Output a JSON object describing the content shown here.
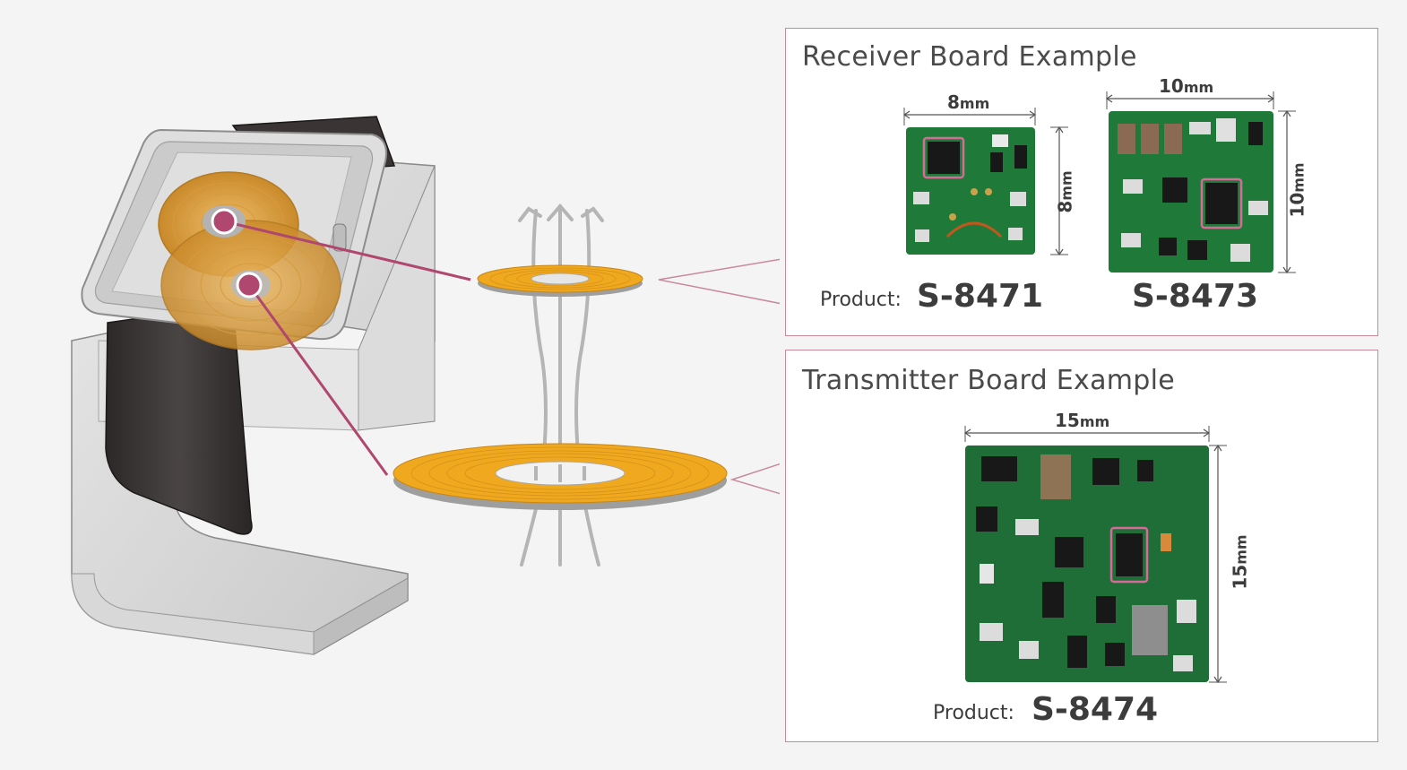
{
  "receiver": {
    "title": "Receiver Board Example",
    "product_label": "Product:",
    "boards": [
      {
        "code": "S-8471",
        "width_value": "8",
        "height_value": "8",
        "unit": "mm"
      },
      {
        "code": "S-8473",
        "width_value": "10",
        "height_value": "10",
        "unit": "mm"
      }
    ]
  },
  "transmitter": {
    "title": "Transmitter Board Example",
    "product_label": "Product:",
    "board": {
      "code": "S-8474",
      "width_value": "15",
      "height_value": "15",
      "unit": "mm"
    }
  },
  "colors": {
    "accent": "#b0476e",
    "panel_border": "#c9899c",
    "coil": "#f0a91e",
    "pcb": "#1f7a3a"
  }
}
